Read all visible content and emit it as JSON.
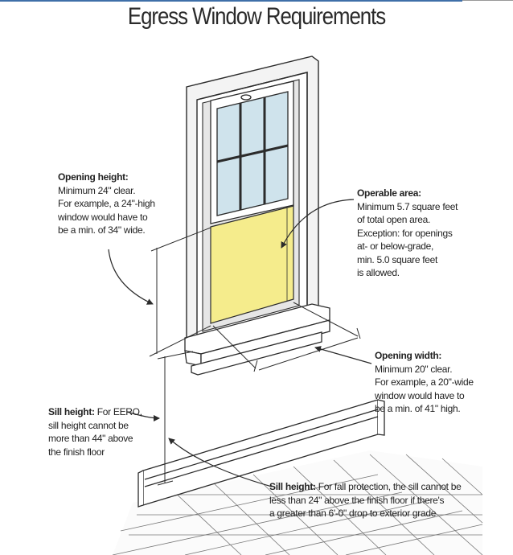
{
  "title": "Egress Window Requirements",
  "callouts": {
    "opening_height": {
      "heading": "Opening height:",
      "lines": [
        "Minimum 24\" clear.",
        "For example, a 24\"-high",
        "window would have to",
        "be a min. of 34\" wide."
      ]
    },
    "operable_area": {
      "heading": "Operable area:",
      "lines": [
        "Minimum 5.7 square feet",
        "of total open area.",
        "Exception: for openings",
        "at- or below-grade,",
        "min. 5.0 square feet",
        "is allowed."
      ]
    },
    "opening_width": {
      "heading": "Opening width:",
      "lines": [
        "Minimum 20\" clear.",
        "For example, a  20\"-wide",
        "window would have to",
        "be a min. of 41\" high."
      ]
    },
    "sill_height_eero": {
      "heading": "Sill height:",
      "line1_rest": " For EERO,",
      "lines": [
        "sill height cannot be",
        "more than 44\" above",
        "the finish floor"
      ]
    },
    "sill_height_fall": {
      "heading": "Sill height:",
      "line1_rest": " For fall protection, the sill cannot be",
      "lines": [
        "less than 24\" above the finish floor if there's",
        "a greater than 6'-0\" drop to exterior grade"
      ]
    }
  },
  "colors": {
    "opening_fill": "#f5ec8c",
    "glass_fill": "#cfe3ec",
    "line": "#2b2b2b",
    "header_rule": "#3f6fa8"
  }
}
